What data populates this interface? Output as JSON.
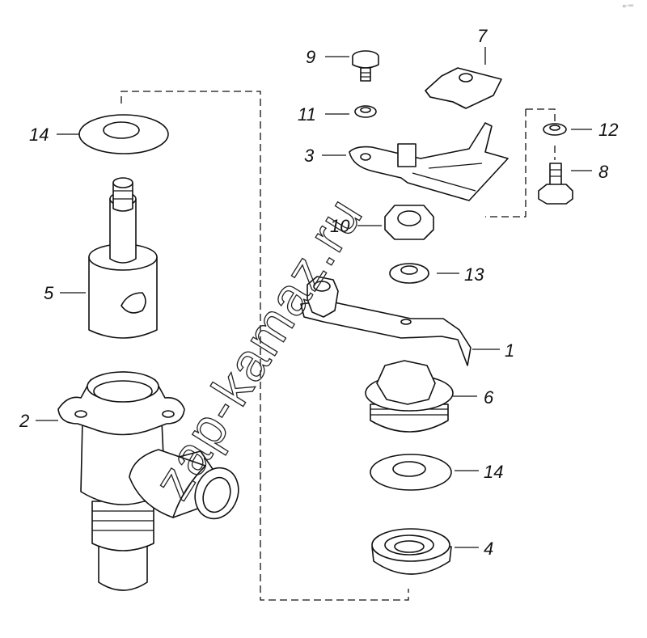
{
  "corner_mark": "ᵖᵖ ⁰⁰⁰",
  "watermark": "zap-kamaz.ru",
  "callouts": [
    {
      "id": "c1",
      "label": "1"
    },
    {
      "id": "c2",
      "label": "2"
    },
    {
      "id": "c3",
      "label": "3"
    },
    {
      "id": "c4",
      "label": "4"
    },
    {
      "id": "c5",
      "label": "5"
    },
    {
      "id": "c6",
      "label": "6"
    },
    {
      "id": "c7",
      "label": "7"
    },
    {
      "id": "c8",
      "label": "8"
    },
    {
      "id": "c9",
      "label": "9"
    },
    {
      "id": "c10",
      "label": "10"
    },
    {
      "id": "c11",
      "label": "11"
    },
    {
      "id": "c12",
      "label": "12"
    },
    {
      "id": "c13",
      "label": "13"
    },
    {
      "id": "c14a",
      "label": "14"
    },
    {
      "id": "c14b",
      "label": "14"
    }
  ]
}
